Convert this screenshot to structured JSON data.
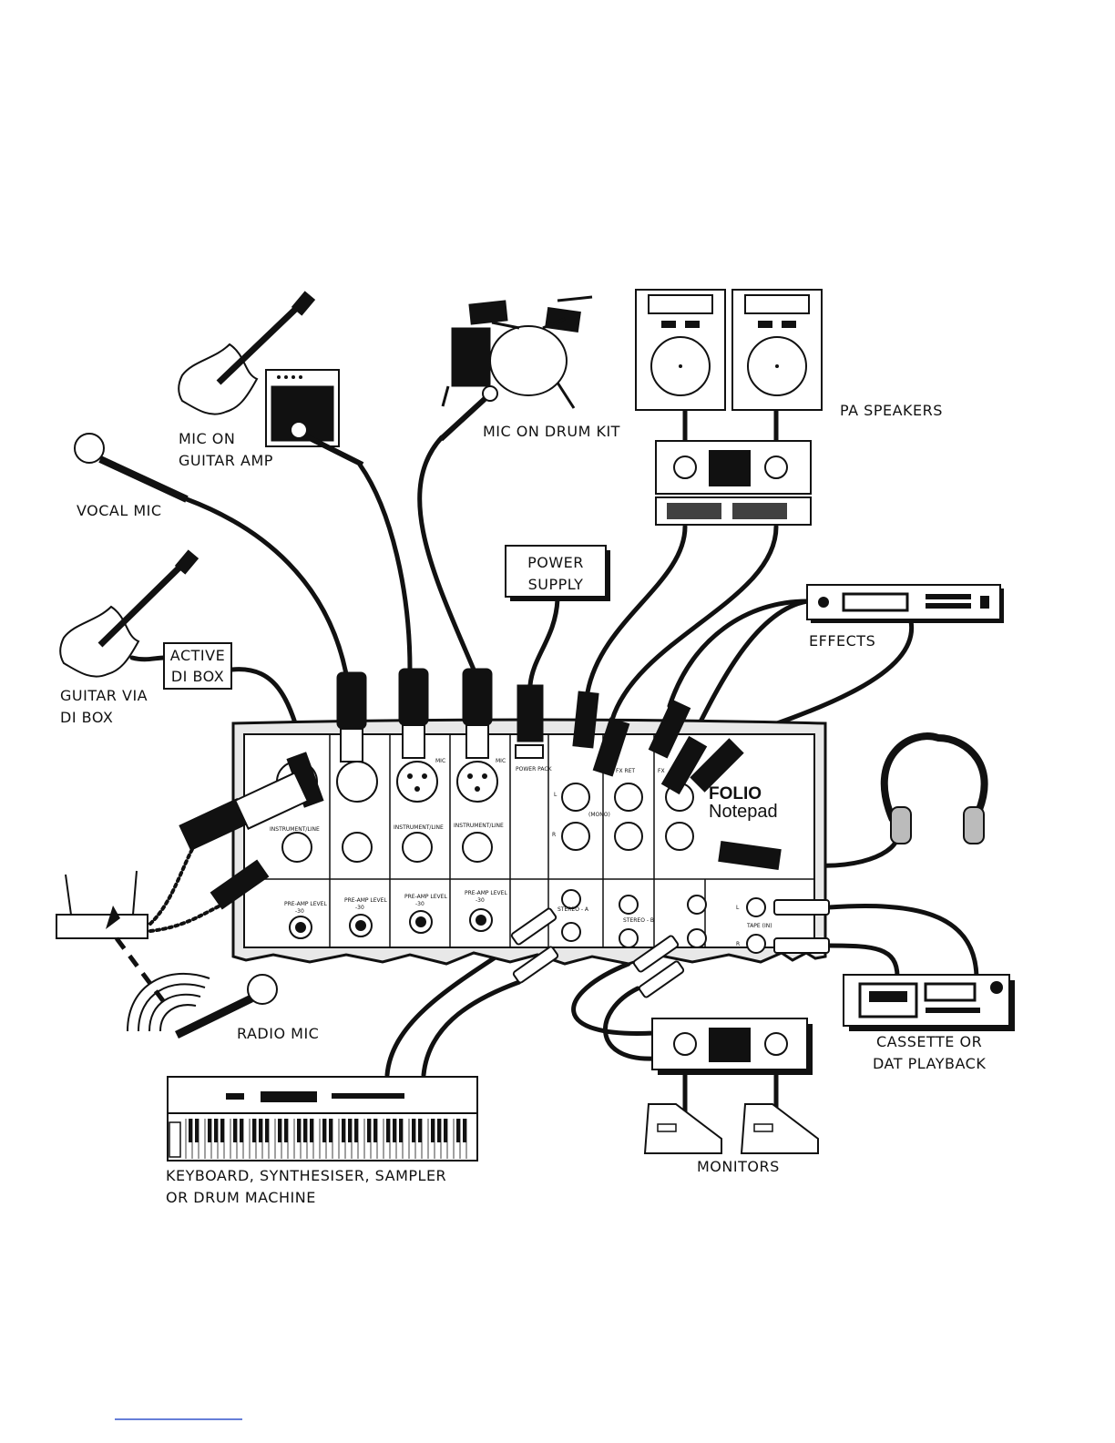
{
  "labels": {
    "guitar_amp": [
      "MIC ON",
      "GUITAR AMP"
    ],
    "drum_kit": "MIC ON DRUM KIT",
    "pa_speakers": "PA SPEAKERS",
    "vocal_mic": "VOCAL MIC",
    "power_supply": [
      "POWER",
      "SUPPLY"
    ],
    "effects": "EFFECTS",
    "active_di_box": [
      "ACTIVE",
      "DI BOX"
    ],
    "guitar_via_di": [
      "GUITAR VIA",
      "DI BOX"
    ],
    "radio_mic": "RADIO MIC",
    "cassette": [
      "CASSETTE OR",
      "DAT PLAYBACK"
    ],
    "keyboard": [
      "KEYBOARD, SYNTHESISER, SAMPLER",
      "OR DRUM MACHINE"
    ],
    "monitors": "MONITORS"
  },
  "mixer": {
    "brand_line1": "FOLIO",
    "brand_line2": "Notepad",
    "panel_text": {
      "power_pack": "POWER PACK",
      "mono": "(MONO)",
      "stereo_a": "STEREO - A",
      "stereo_b": "STEREO - B",
      "tape_in": "TAPE (IN)",
      "instrument_line": "INSTRUMENT/LINE",
      "pre_amp_level": "PRE-AMP LEVEL",
      "minus30": "-30",
      "mic": "MIC",
      "fx_ret": "FX RET",
      "fx": "FX",
      "l": "L",
      "r": "R"
    }
  }
}
